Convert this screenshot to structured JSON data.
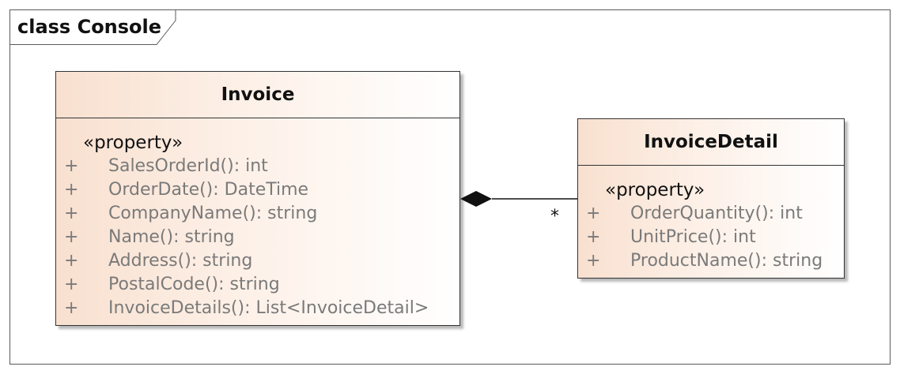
{
  "frame": {
    "title": "class Console"
  },
  "invoice": {
    "name": "Invoice",
    "stereotype": "«property»",
    "attributes": [
      {
        "visibility": "+",
        "text": "SalesOrderId(): int"
      },
      {
        "visibility": "+",
        "text": "OrderDate(): DateTime"
      },
      {
        "visibility": "+",
        "text": "CompanyName(): string"
      },
      {
        "visibility": "+",
        "text": "Name(): string"
      },
      {
        "visibility": "+",
        "text": "Address(): string"
      },
      {
        "visibility": "+",
        "text": "PostalCode(): string"
      },
      {
        "visibility": "+",
        "text": "InvoiceDetails(): List<InvoiceDetail>"
      }
    ]
  },
  "invoice_detail": {
    "name": "InvoiceDetail",
    "stereotype": "«property»",
    "attributes": [
      {
        "visibility": "+",
        "text": "OrderQuantity(): int"
      },
      {
        "visibility": "+",
        "text": "UnitPrice(): int"
      },
      {
        "visibility": "+",
        "text": "ProductName(): string"
      }
    ]
  },
  "association": {
    "multiplicity": "*"
  }
}
